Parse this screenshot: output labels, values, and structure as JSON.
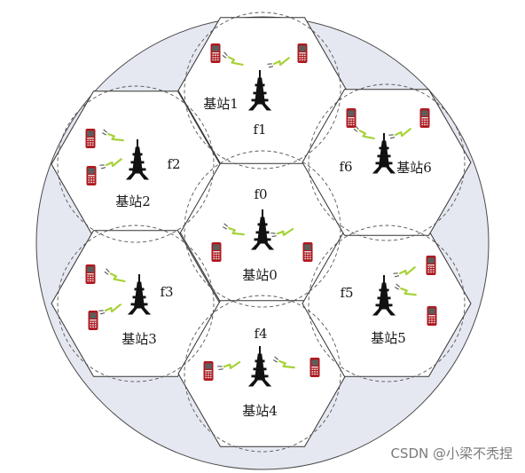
{
  "colors": {
    "disk": "#e6e8f1",
    "hex_fill": "#ffffff",
    "stroke": "#333333",
    "dashed": "#555555",
    "tower": "#111111",
    "phone_body": "#b0181e",
    "phone_screen": "#5d5d5d",
    "signal": "#a7d23a"
  },
  "icons": {
    "tower": "antenna-tower-icon",
    "phone": "mobile-phone-icon",
    "signal": "lightning-signal-icon"
  },
  "cells": [
    {
      "id": "0",
      "station": "基站0",
      "freq": "f0",
      "phones": 2
    },
    {
      "id": "1",
      "station": "基站1",
      "freq": "f1",
      "phones": 2
    },
    {
      "id": "2",
      "station": "基站2",
      "freq": "f2",
      "phones": 2
    },
    {
      "id": "3",
      "station": "基站3",
      "freq": "f3",
      "phones": 2
    },
    {
      "id": "4",
      "station": "基站4",
      "freq": "f4",
      "phones": 2
    },
    {
      "id": "5",
      "station": "基站5",
      "freq": "f5",
      "phones": 2
    },
    {
      "id": "6",
      "station": "基站6",
      "freq": "f6",
      "phones": 2
    }
  ],
  "watermark": "CSDN @小梁不秃捏"
}
